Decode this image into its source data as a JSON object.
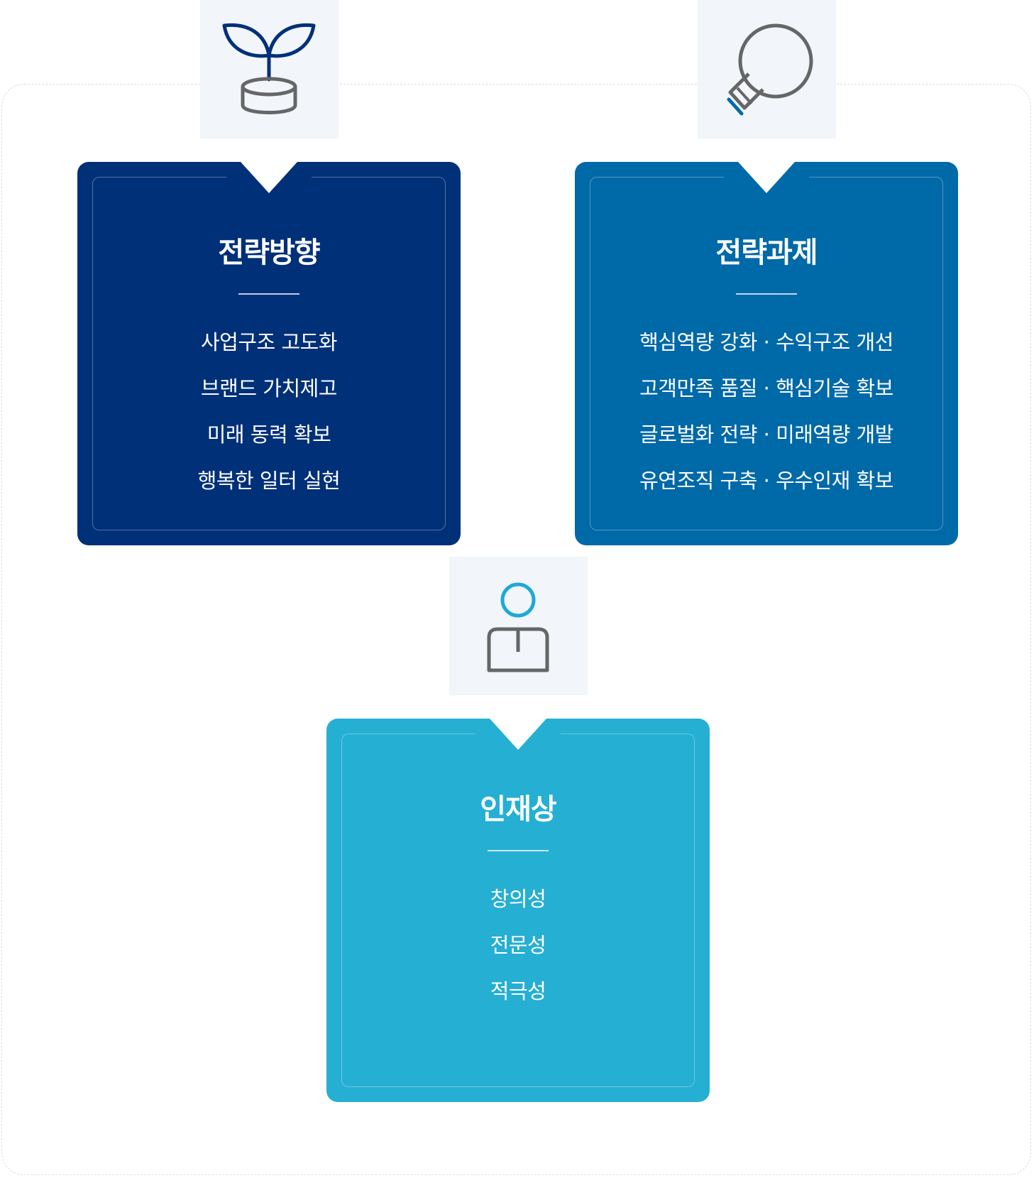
{
  "colors": {
    "card_strategy_direction": "#003078",
    "card_strategy_tasks": "#0069a8",
    "card_talent": "#25afd3",
    "icon_box_bg": "#f2f5f9",
    "icon_navy": "#003078",
    "icon_gray": "#666666",
    "icon_blue": "#0069b4",
    "icon_cyan": "#1fa9d4"
  },
  "strategy_direction": {
    "icon": "sprout-icon",
    "title": "전략방향",
    "items": [
      "사업구조 고도화",
      "브랜드 가치제고",
      "미래 동력 확보",
      "행복한 일터 실현"
    ]
  },
  "strategy_tasks": {
    "icon": "lightbulb-icon",
    "title": "전략과제",
    "items": [
      "핵심역량 강화 · 수익구조 개선",
      "고객만족 품질 · 핵심기술 확보",
      "글로벌화 전략 · 미래역량 개발",
      "유연조직 구축 · 우수인재 확보"
    ]
  },
  "talent": {
    "icon": "person-icon",
    "title": "인재상",
    "items": [
      "창의성",
      "전문성",
      "적극성"
    ]
  }
}
